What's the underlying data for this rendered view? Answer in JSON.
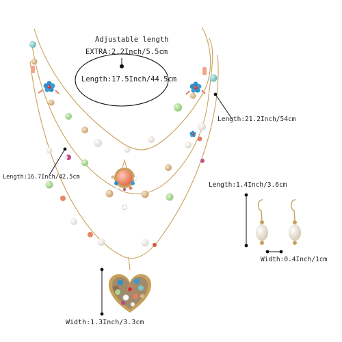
{
  "product_image": {
    "subject": "multi-layer beaded necklace with pendant and matching earrings",
    "colors": {
      "chain": "#c9a15a",
      "bead_white": "#e8e6df",
      "bead_green": "#a9d58f",
      "bead_teal": "#7fc4c6",
      "bead_amber": "#d9b98a",
      "flower_blue": "#2f8fc9",
      "flower_center_red": "#d1333a",
      "pendant_coral": "#f08a6d",
      "annotation_line": "#111111"
    }
  },
  "annotations": {
    "adjustable_title": "Adjustable length",
    "extra_length": "EXTRA:2.2Inch/5.5cm",
    "main_length": "Length:17.5Inch/44.5cm",
    "outer_length": "Length:21.2Inch/54cm",
    "inner_length": "Length:16.7Inch/42.5cm",
    "earring_length": "Length:1.4Inch/3.6cm",
    "earring_width": "Width:0.4Inch/1cm",
    "pendant_width": "Width:1.3Inch/3.3cm"
  }
}
